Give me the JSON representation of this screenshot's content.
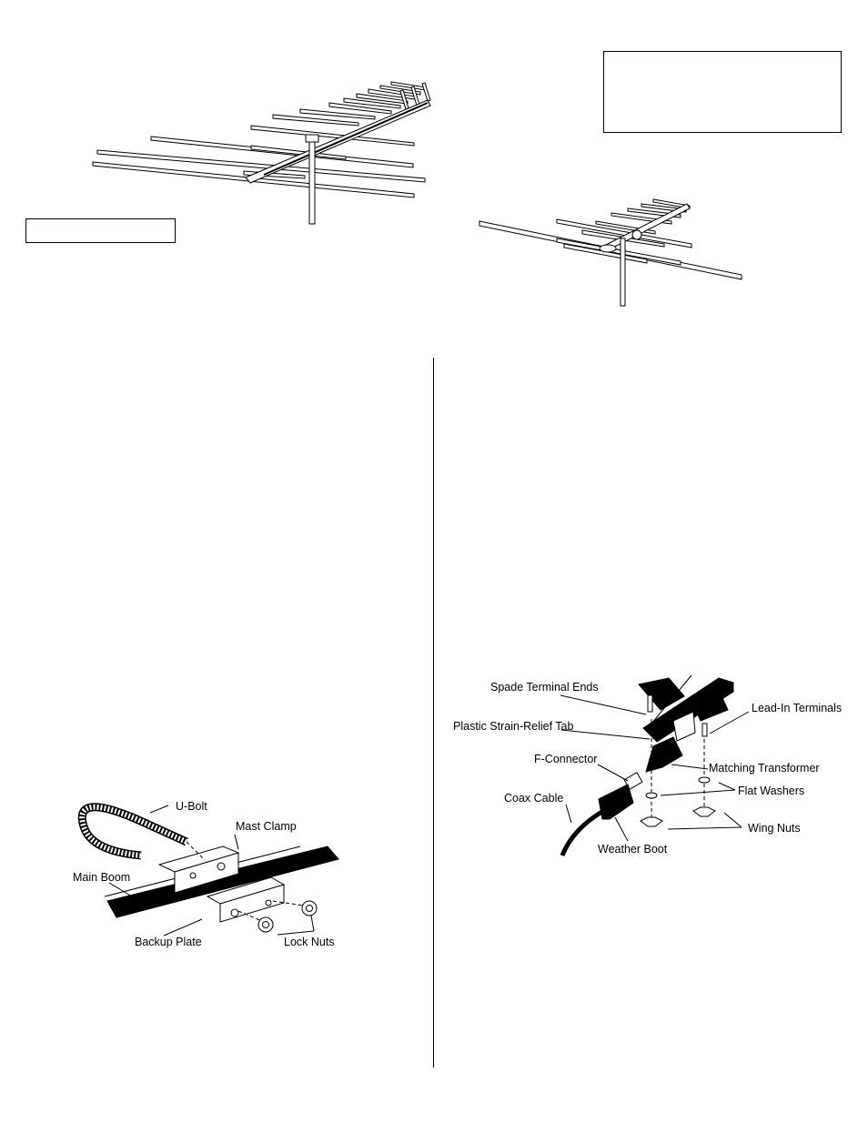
{
  "mast_clamp_diagram": {
    "labels": {
      "u_bolt": "U-Bolt",
      "mast_clamp": "Mast Clamp",
      "main_boom": "Main Boom",
      "backup_plate": "Backup Plate",
      "lock_nuts": "Lock Nuts"
    }
  },
  "connection_diagram": {
    "labels": {
      "spade_terminal_ends": "Spade Terminal Ends",
      "lead_in_terminals": "Lead-In Terminals",
      "strain_relief_tab": "Plastic Strain-Relief Tab",
      "f_connector": "F-Connector",
      "matching_transformer": "Matching Transformer",
      "flat_washers": "Flat Washers",
      "coax_cable": "Coax Cable",
      "wing_nuts": "Wing Nuts",
      "weather_boot": "Weather Boot"
    }
  }
}
